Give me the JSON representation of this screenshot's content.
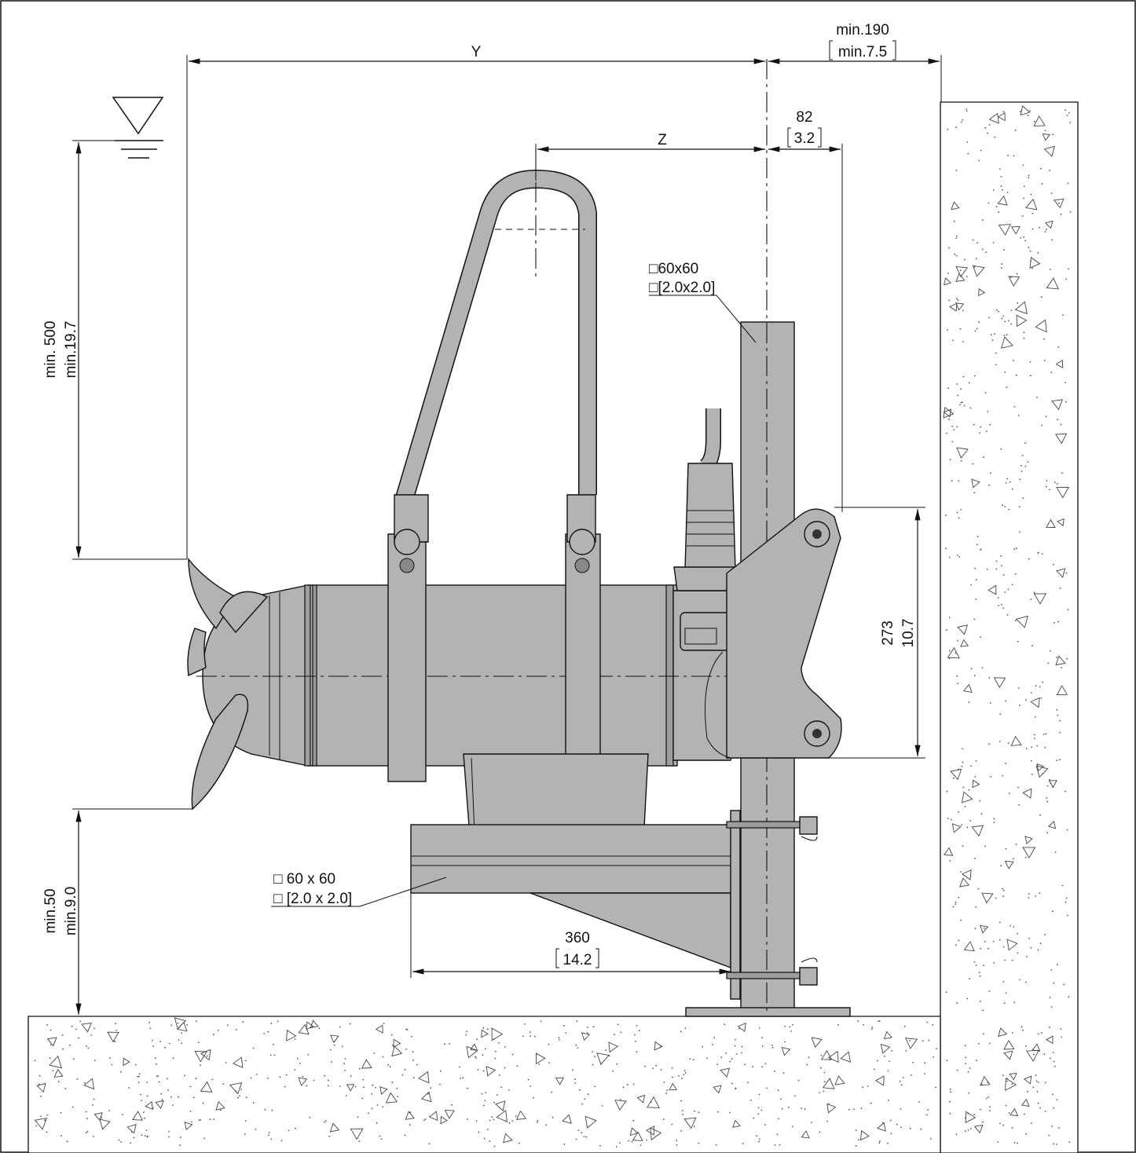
{
  "dimensions": {
    "top_clearance": {
      "value": "min.190",
      "inch": "min.7.5"
    },
    "y_length": {
      "label": "Y"
    },
    "z_length": {
      "label": "Z"
    },
    "offset": {
      "value": "82",
      "inch": "3.2"
    },
    "water_depth": {
      "value": "min. 500",
      "inch": "min.19.7"
    },
    "bracket_height": {
      "value": "273",
      "inch": "10.7"
    },
    "floor_clearance": {
      "value": "min.50",
      "inch": "min.9.0"
    },
    "bracket_length": {
      "value": "360",
      "inch": "14.2"
    }
  },
  "annotations": {
    "mast_profile": {
      "line1": "□60x60",
      "line2": "□[2.0x2.0]"
    },
    "beam_profile": {
      "line1": "□ 60 x 60",
      "line2": "□ [2.0 x 2.0]"
    }
  },
  "colors": {
    "metal": "#b3b3b3",
    "line": "#111111",
    "background": "#ffffff"
  }
}
